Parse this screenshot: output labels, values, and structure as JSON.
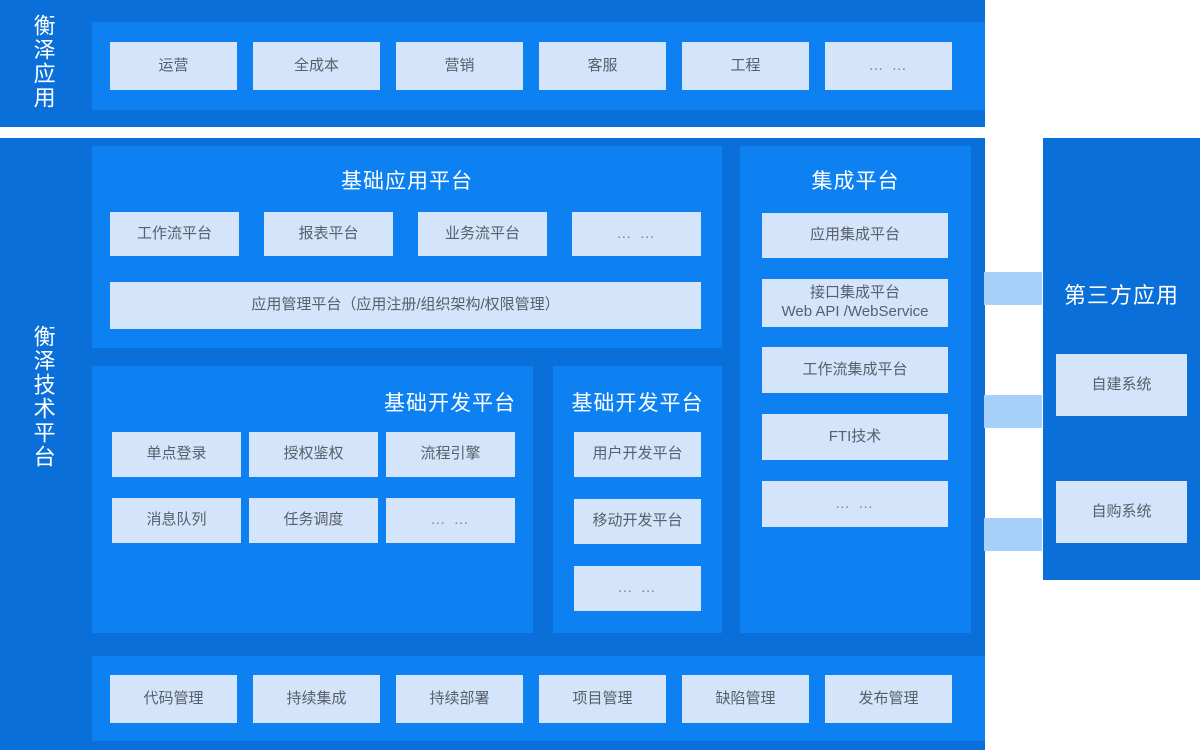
{
  "colors": {
    "outer_blue": "#0a6fd8",
    "panel_blue": "#0d80f2",
    "tile_blue": "#d4e4fa",
    "connector_blue": "#a6cffa",
    "tile_text": "#57606b",
    "panel_text": "#ffffff",
    "page_background": "#ffffff"
  },
  "rails": {
    "apps_label": "衡泽应用",
    "tech_label": "衡泽技术平台"
  },
  "apps_band": {
    "tiles": [
      {
        "label": "运营"
      },
      {
        "label": "全成本"
      },
      {
        "label": "营销"
      },
      {
        "label": "客服"
      },
      {
        "label": "工程"
      },
      {
        "label": "… …"
      }
    ]
  },
  "base_app_platform": {
    "title": "基础应用平台",
    "tiles": [
      {
        "label": "工作流平台"
      },
      {
        "label": "报表平台"
      },
      {
        "label": "业务流平台"
      },
      {
        "label": "… …"
      }
    ],
    "wide_tile": {
      "label": "应用管理平台（应用注册/组织架构/权限管理）"
    }
  },
  "integration_platform": {
    "title": "集成平台",
    "tiles": [
      {
        "label": "应用集成平台"
      },
      {
        "label": "接口集成平台\nWeb API /WebService"
      },
      {
        "label": "工作流集成平台"
      },
      {
        "label": "FTI技术"
      },
      {
        "label": "… …"
      }
    ]
  },
  "base_dev_platform_main": {
    "title": "基础开发平台",
    "tiles": [
      {
        "label": "单点登录"
      },
      {
        "label": "授权鉴权"
      },
      {
        "label": "流程引擎"
      },
      {
        "label": "消息队列"
      },
      {
        "label": "任务调度"
      },
      {
        "label": "… …"
      }
    ]
  },
  "base_dev_platform_side": {
    "title": "基础开发平台",
    "tiles": [
      {
        "label": "用户开发平台"
      },
      {
        "label": "移动开发平台"
      },
      {
        "label": "… …"
      }
    ]
  },
  "devops_band": {
    "tiles": [
      {
        "label": "代码管理"
      },
      {
        "label": "持续集成"
      },
      {
        "label": "持续部署"
      },
      {
        "label": "项目管理"
      },
      {
        "label": "缺陷管理"
      },
      {
        "label": "发布管理"
      }
    ]
  },
  "third_party": {
    "title": "第三方应用",
    "tiles": [
      {
        "label": "自建系统"
      },
      {
        "label": "自购系统"
      }
    ]
  },
  "connectors": {
    "count": 3
  }
}
